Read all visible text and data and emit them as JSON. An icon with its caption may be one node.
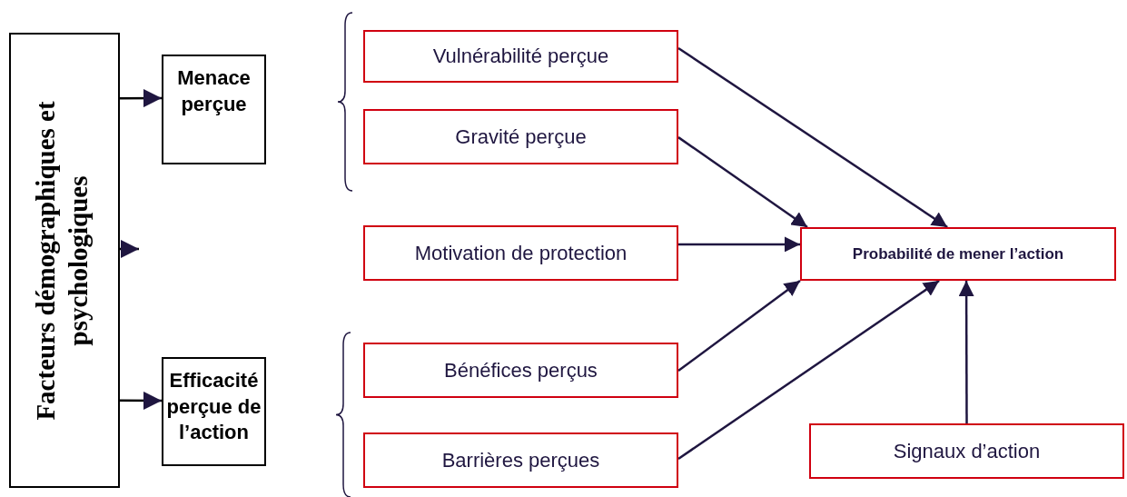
{
  "diagram": {
    "nodes": [
      {
        "text": [
          "Facteurs démographiques et psychologiques"
        ]
      },
      {
        "text": [
          "Menace perçue"
        ]
      },
      {
        "text": [
          "Efficacité perçue de l’action"
        ]
      },
      {
        "text": [
          "Vulnérabilité perçue"
        ]
      },
      {
        "text": [
          "Gravité perçue"
        ]
      },
      {
        "text": [
          "Motivation de protection"
        ]
      },
      {
        "text": [
          "Bénéfices perçus"
        ]
      },
      {
        "text": [
          "Barrières perçues"
        ]
      },
      {
        "text": [
          "Probabilité de mener l’action"
        ]
      },
      {
        "text": [
          "Signaux d’action"
        ]
      }
    ],
    "edges": [
      {
        "from": 0,
        "to": 1,
        "arrow": "to"
      },
      {
        "from": 0,
        "to": null,
        "arrow": "to"
      },
      {
        "from": 0,
        "to": 2,
        "arrow": "to"
      },
      {
        "from": 3,
        "to": 8,
        "arrow": "to"
      },
      {
        "from": 4,
        "to": 8,
        "arrow": "to"
      },
      {
        "from": 5,
        "to": 8,
        "arrow": "to"
      },
      {
        "from": 6,
        "to": 8,
        "arrow": "to"
      },
      {
        "from": 7,
        "to": 8,
        "arrow": "to"
      },
      {
        "from": 9,
        "to": 8,
        "arrow": "to"
      }
    ]
  }
}
